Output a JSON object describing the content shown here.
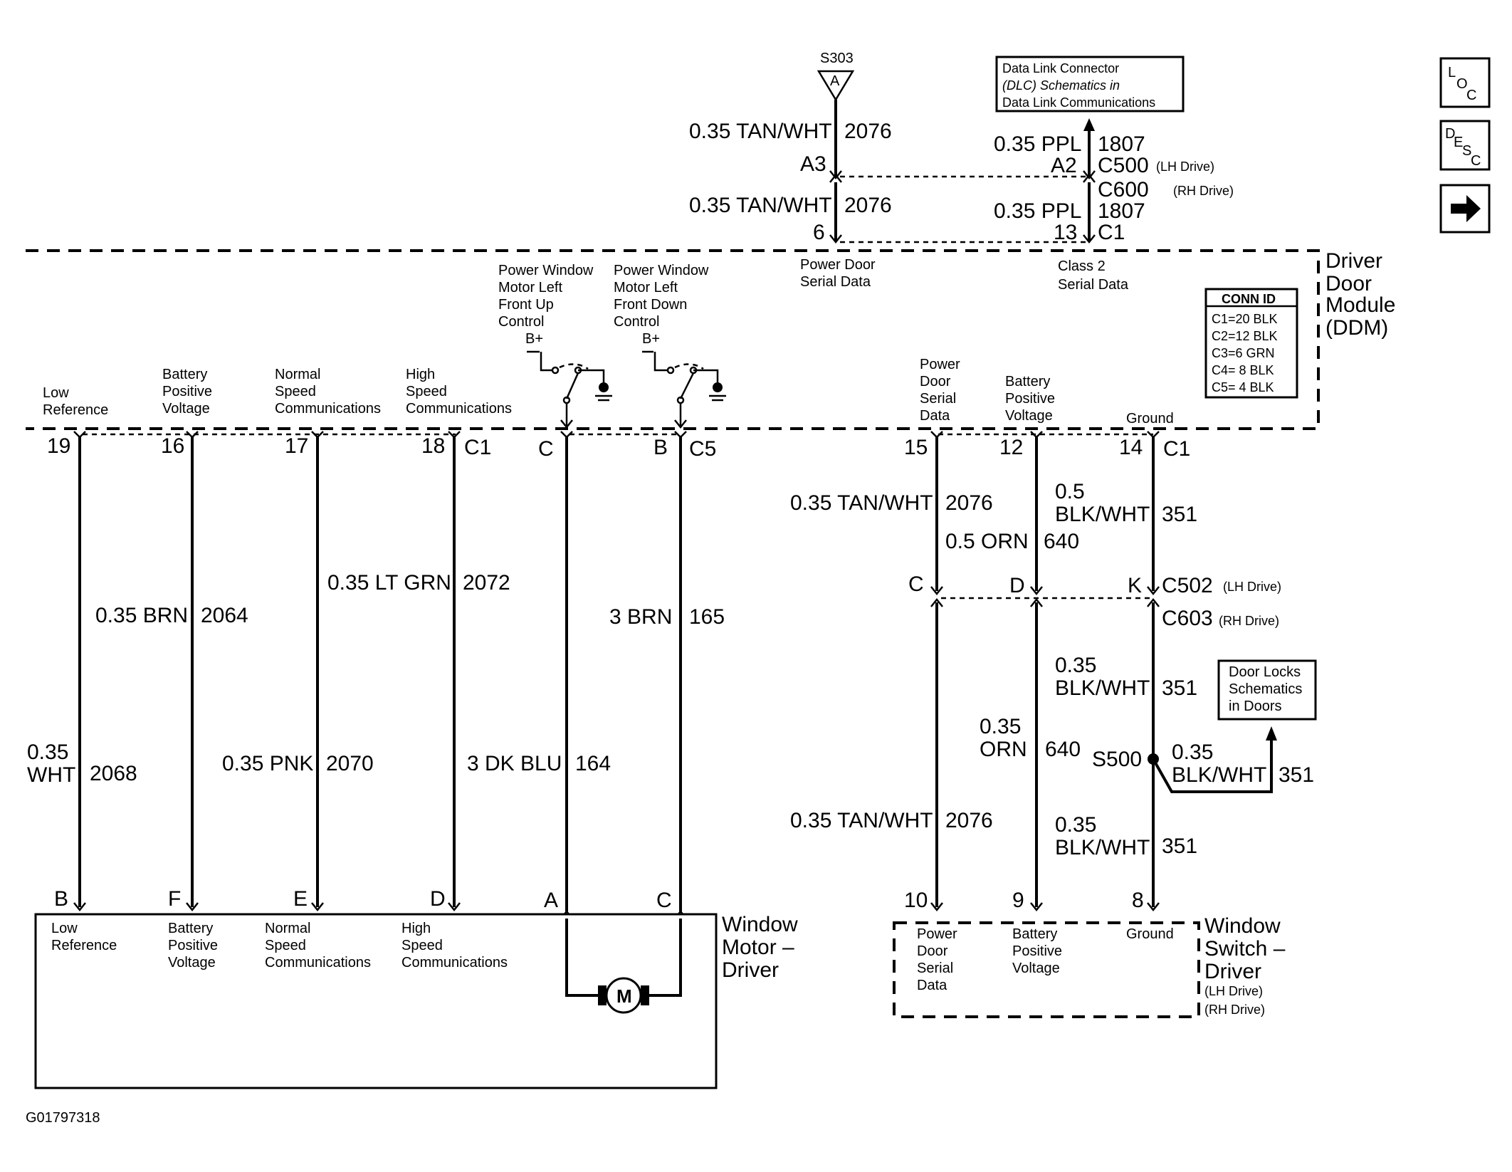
{
  "top": {
    "splice": "S303",
    "splice_pin": "A",
    "wire_left_a": "0.35 TAN/WHT",
    "circuit_left_a": "2076",
    "pin_a3": "A3",
    "wire_left_b": "0.35 TAN/WHT",
    "circuit_left_b": "2076",
    "pin_6": "6",
    "dlc_box": [
      "Data Link Connector",
      "(DLC) Schematics in",
      "Data Link Communications"
    ],
    "wire_right_a": "0.35 PPL",
    "circuit_right_a": "1807",
    "pin_a2": "A2",
    "conn_c500": "C500",
    "lh_drive_1": "(LH Drive)",
    "conn_c600": "C600",
    "rh_drive_1": "(RH Drive)",
    "wire_right_b": "0.35 PPL",
    "circuit_right_b": "1807",
    "pin_13": "13",
    "conn_c1_top": "C1",
    "label_power_door_serial": [
      "Power Door",
      "Serial Data"
    ],
    "label_class2": [
      "Class 2",
      "Serial Data"
    ]
  },
  "ddm": {
    "title": [
      "Driver",
      "Door",
      "Module",
      "(DDM)"
    ],
    "conn_id_title": "CONN ID",
    "conn_ids": [
      "C1=20 BLK",
      "C2=12 BLK",
      "C3=6 GRN",
      "C4= 8 BLK",
      "C5= 4 BLK"
    ],
    "pw_up": [
      "Power Window",
      "Motor Left",
      "Front Up",
      "Control"
    ],
    "pw_down": [
      "Power Window",
      "Motor Left",
      "Front Down",
      "Control"
    ],
    "bplus": "B+",
    "labels": {
      "low_ref": [
        "Low",
        "Reference"
      ],
      "batt": [
        "Battery",
        "Positive",
        "Voltage"
      ],
      "normal": [
        "Normal",
        "Speed",
        "Communications"
      ],
      "high": [
        "High",
        "Speed",
        "Communications"
      ],
      "pds": [
        "Power",
        "Door",
        "Serial",
        "Data"
      ],
      "batt2": [
        "Battery",
        "Positive",
        "Voltage"
      ],
      "ground": "Ground"
    },
    "pins": {
      "p19": "19",
      "p16": "16",
      "p17": "17",
      "p18": "18",
      "c1": "C1",
      "pc": "C",
      "pb": "B",
      "c5": "C5",
      "p15": "15",
      "p12": "12",
      "p14": "14",
      "c1b": "C1"
    }
  },
  "wires": {
    "w2068_gauge": [
      "0.35",
      "WHT"
    ],
    "w2068": "2068",
    "w2064_gauge": "0.35 BRN",
    "w2064": "2064",
    "w2072_gauge": "0.35 LT GRN",
    "w2072": "2072",
    "w2070_gauge": "0.35 PNK",
    "w2070": "2070",
    "w164_gauge": "3 DK BLU",
    "w164": "164",
    "w165_gauge": "3 BRN",
    "w165": "165",
    "r2076_gauge": "0.35 TAN/WHT",
    "r2076": "2076",
    "r640_gauge": "0.5 ORN",
    "r640": "640",
    "r351_gauge": [
      "0.5",
      "BLK/WHT"
    ],
    "r351": "351",
    "conn_c": "C",
    "conn_d": "D",
    "conn_k": "K",
    "c502": "C502",
    "lh_drive_2": "(LH Drive)",
    "c603": "C603",
    "rh_drive_2": "(RH Drive)",
    "r351b_gauge": [
      "0.35",
      "BLK/WHT"
    ],
    "r351b": "351",
    "doorlocks_box": [
      "Door Locks",
      "Schematics",
      "in Doors"
    ],
    "r640b_gauge": [
      "0.35",
      "ORN"
    ],
    "r640b": "640",
    "s500": "S500",
    "r351c_gauge": [
      "0.35",
      "BLK/WHT"
    ],
    "r351c": "351",
    "r2076b_gauge": "0.35 TAN/WHT",
    "r2076b": "2076",
    "r351d_gauge": [
      "0.35",
      "BLK/WHT"
    ],
    "r351d": "351"
  },
  "motor": {
    "pins": [
      "B",
      "F",
      "E",
      "D",
      "A",
      "C"
    ],
    "labels": {
      "low_ref": [
        "Low",
        "Reference"
      ],
      "batt": [
        "Battery",
        "Positive",
        "Voltage"
      ],
      "normal": [
        "Normal",
        "Speed",
        "Communications"
      ],
      "high": [
        "High",
        "Speed",
        "Communications"
      ]
    },
    "motor_symbol": "M",
    "title": [
      "Window",
      "Motor –",
      "Driver"
    ]
  },
  "switch": {
    "pins": [
      "10",
      "9",
      "8"
    ],
    "labels": {
      "pds": [
        "Power",
        "Door",
        "Serial",
        "Data"
      ],
      "batt": [
        "Battery",
        "Positive",
        "Voltage"
      ],
      "ground": "Ground"
    },
    "title": [
      "Window",
      "Switch –",
      "Driver"
    ],
    "lh": "(LH Drive)",
    "rh": "(RH Drive)"
  },
  "nav": {
    "loc": [
      "L",
      "O",
      "C"
    ],
    "desc": [
      "D",
      "E",
      "S",
      "C"
    ]
  },
  "figure_id": "G01797318"
}
